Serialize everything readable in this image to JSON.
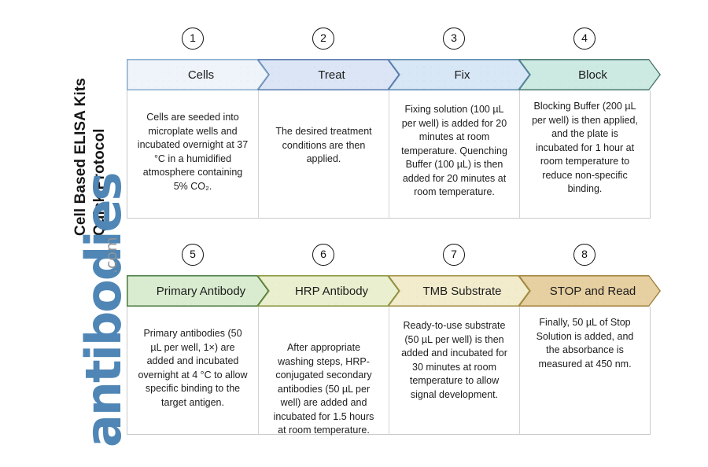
{
  "title": {
    "line1": "Cell Based ELISA Kits",
    "line2": "Quick Protocol"
  },
  "logo": {
    "main": "antibodies",
    "suffix": ".com",
    "main_color": "#4f86b5",
    "suffix_color": "#8e9296"
  },
  "rows": [
    {
      "steps": [
        {
          "number": "1",
          "label": "Cells",
          "body": "Cells are seeded into microplate wells and incubated overnight at 37 °C in a humidified atmosphere containing 5% CO₂.",
          "fill": "#eff4fa",
          "stroke": "#7da7c9"
        },
        {
          "number": "2",
          "label": "Treat",
          "body": "The desired treatment conditions are then applied.",
          "fill": "#dbe5f5",
          "stroke": "#4e6fa8"
        },
        {
          "number": "3",
          "label": "Fix",
          "body": "Fixing solution (100 µL per well) is added for 20 minutes at room temperature. Quenching Buffer (100 µL) is then added for 20 minutes at room temperature.",
          "fill": "#d8e7f5",
          "stroke": "#4f7fa8"
        },
        {
          "number": "4",
          "label": "Block",
          "body": "Blocking Buffer (200 µL per well) is then applied, and the plate is incubated for 1 hour at room temperature to reduce non-specific binding.",
          "fill": "#cdeae2",
          "stroke": "#3f6f67"
        }
      ]
    },
    {
      "steps": [
        {
          "number": "5",
          "label": "Primary Antibody",
          "body": "Primary antibodies (50 µL per well, 1×) are added and incubated overnight at 4 °C to allow specific binding to the target antigen.",
          "fill": "#d9ecd0",
          "stroke": "#3d7034"
        },
        {
          "number": "6",
          "label": "HRP Antibody",
          "body": "After appropriate washing steps, HRP-conjugated secondary antibodies (50 µL per well) are added and incubated for 1.5 hours at room temperature.",
          "fill": "#eaf0cf",
          "stroke": "#7e8a2e"
        },
        {
          "number": "7",
          "label": "TMB Substrate",
          "body": "Ready-to-use substrate (50 µL per well) is then added and incubated for 30 minutes at room temperature to allow signal development.",
          "fill": "#f2eccd",
          "stroke": "#9a8538"
        },
        {
          "number": "8",
          "label": "STOP and Read",
          "body": "Finally, 50 µL of Stop Solution is added, and the absorbance is measured at 450 nm.",
          "fill": "#e6cfa0",
          "stroke": "#9b7a34"
        }
      ]
    }
  ]
}
